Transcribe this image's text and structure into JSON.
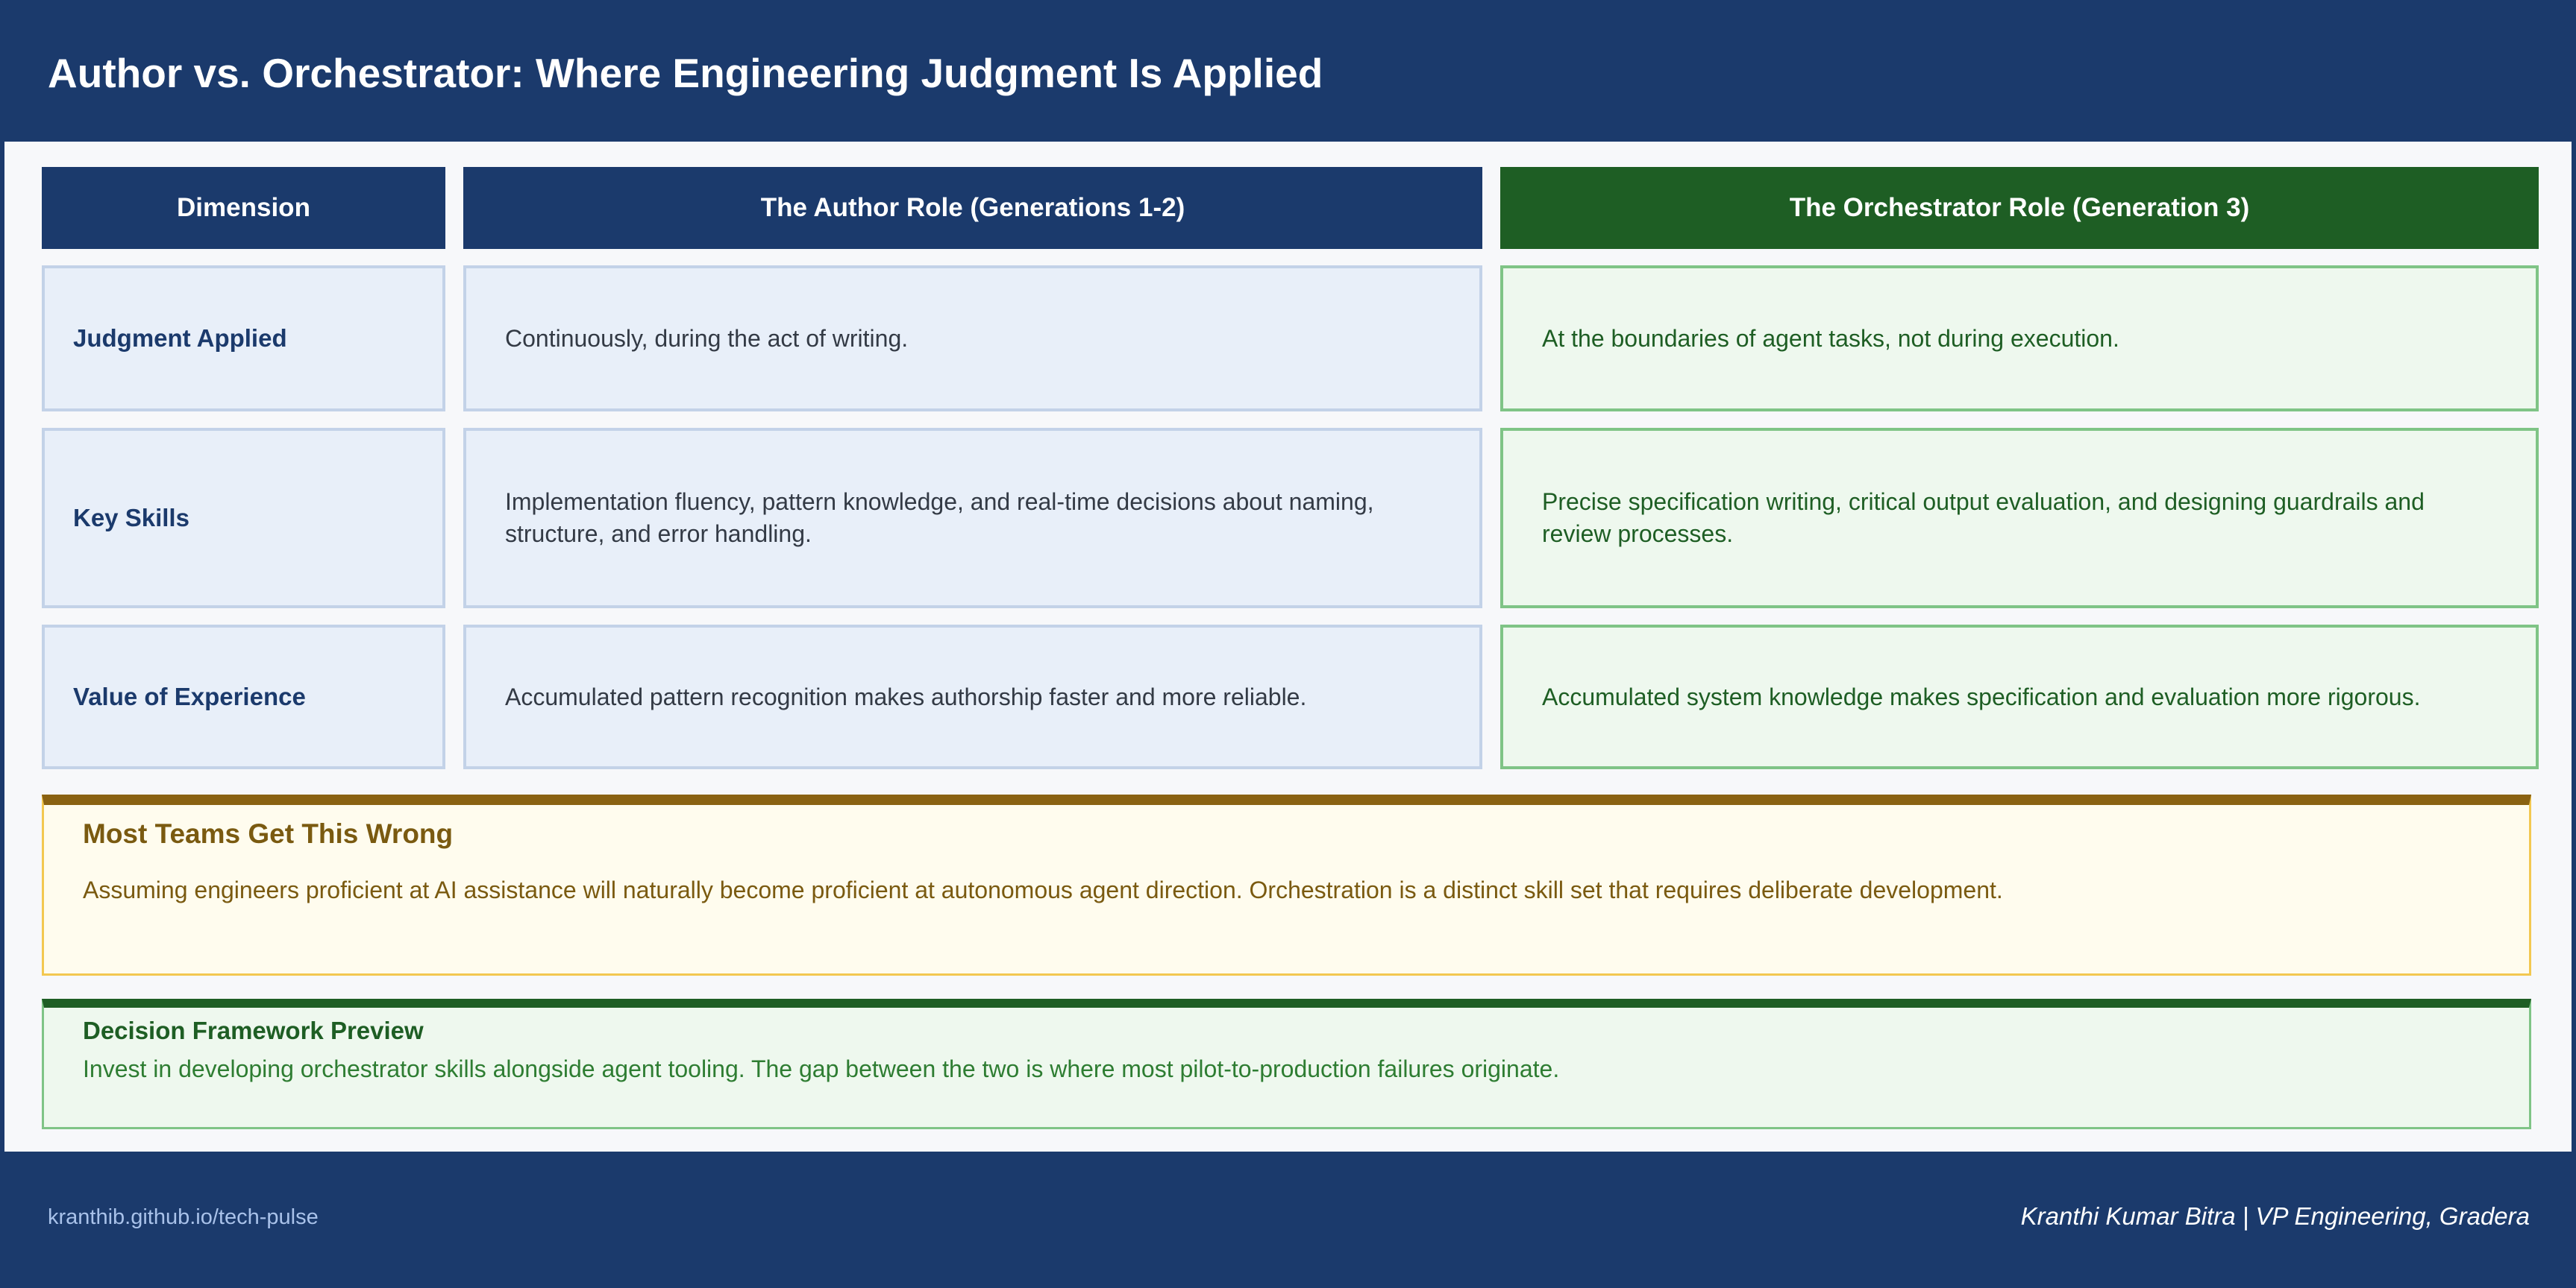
{
  "header": {
    "title": "Author vs. Orchestrator: Where Engineering Judgment Is Applied"
  },
  "table": {
    "columns": [
      "Dimension",
      "The Author Role (Generations 1-2)",
      "The Orchestrator Role (Generation 3)"
    ],
    "rows": [
      {
        "dimension": "Judgment Applied",
        "author": "Continuously, during the act of writing.",
        "orchestrator": "At the boundaries of agent tasks, not during execution."
      },
      {
        "dimension": "Key Skills",
        "author": "Implementation fluency, pattern knowledge, and real-time decisions about naming, structure, and error handling.",
        "orchestrator": "Precise specification writing, critical output evaluation, and designing guardrails and review processes."
      },
      {
        "dimension": "Value of Experience",
        "author": "Accumulated pattern recognition makes authorship faster and more reliable.",
        "orchestrator": "Accumulated system knowledge makes specification and evaluation more rigorous."
      }
    ]
  },
  "warning_callout": {
    "title": "Most Teams Get This Wrong",
    "text": "Assuming engineers proficient at AI assistance will naturally become proficient at autonomous agent direction. Orchestration is a distinct skill set that requires deliberate development."
  },
  "info_callout": {
    "title": "Decision Framework Preview",
    "text": "Invest in developing orchestrator skills alongside agent tooling. The gap between the two is where most pilot-to-production failures originate."
  },
  "footer": {
    "site": "kranthib.github.io/tech-pulse",
    "author": "Kranthi Kumar Bitra | VP Engineering, Gradera"
  },
  "colors": {
    "navy": "#1b3a6c",
    "green": "#1e5e24",
    "warning_accent": "#8a6212"
  }
}
